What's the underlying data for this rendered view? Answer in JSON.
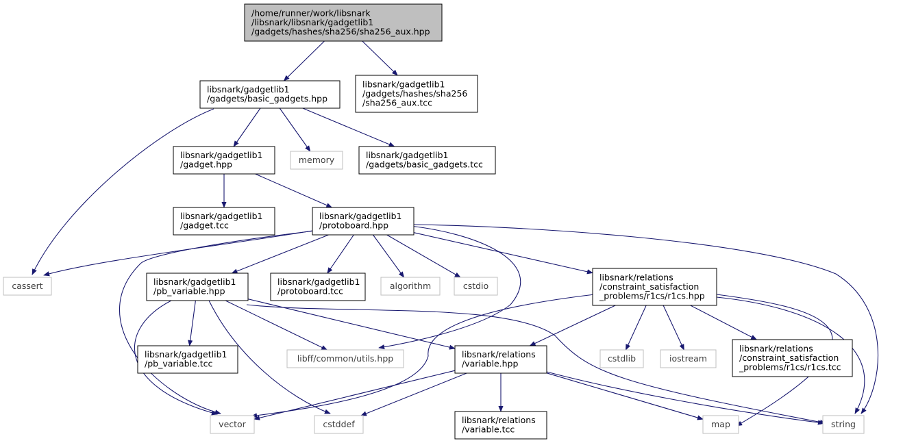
{
  "graph": {
    "nodes": [
      {
        "id": "root",
        "lines": [
          "/home/runner/work/libsnark",
          "/libsnark/libsnark/gadgetlib1",
          "/gadgets/hashes/sha256/sha256_aux.hpp"
        ],
        "style": "root"
      },
      {
        "id": "basic_gadgets_hpp",
        "lines": [
          "libsnark/gadgetlib1",
          "/gadgets/basic_gadgets.hpp"
        ],
        "style": "doc"
      },
      {
        "id": "sha256_aux_tcc",
        "lines": [
          "libsnark/gadgetlib1",
          "/gadgets/hashes/sha256",
          "/sha256_aux.tcc"
        ],
        "style": "doc"
      },
      {
        "id": "gadget_hpp",
        "lines": [
          "libsnark/gadgetlib1",
          "/gadget.hpp"
        ],
        "style": "doc"
      },
      {
        "id": "memory",
        "lines": [
          "memory"
        ],
        "style": "sys"
      },
      {
        "id": "basic_gadgets_tcc",
        "lines": [
          "libsnark/gadgetlib1",
          "/gadgets/basic_gadgets.tcc"
        ],
        "style": "doc"
      },
      {
        "id": "gadget_tcc",
        "lines": [
          "libsnark/gadgetlib1",
          "/gadget.tcc"
        ],
        "style": "doc"
      },
      {
        "id": "protoboard_hpp",
        "lines": [
          "libsnark/gadgetlib1",
          "/protoboard.hpp"
        ],
        "style": "doc"
      },
      {
        "id": "cassert",
        "lines": [
          "cassert"
        ],
        "style": "sys"
      },
      {
        "id": "pb_variable_hpp",
        "lines": [
          "libsnark/gadgetlib1",
          "/pb_variable.hpp"
        ],
        "style": "doc"
      },
      {
        "id": "protoboard_tcc",
        "lines": [
          "libsnark/gadgetlib1",
          "/protoboard.tcc"
        ],
        "style": "doc"
      },
      {
        "id": "algorithm",
        "lines": [
          "algorithm"
        ],
        "style": "sys"
      },
      {
        "id": "cstdio",
        "lines": [
          "cstdio"
        ],
        "style": "sys"
      },
      {
        "id": "r1cs_hpp",
        "lines": [
          "libsnark/relations",
          "/constraint_satisfaction",
          "_problems/r1cs/r1cs.hpp"
        ],
        "style": "doc"
      },
      {
        "id": "pb_variable_tcc",
        "lines": [
          "libsnark/gadgetlib1",
          "/pb_variable.tcc"
        ],
        "style": "doc"
      },
      {
        "id": "utils_hpp",
        "lines": [
          "libff/common/utils.hpp"
        ],
        "style": "sys"
      },
      {
        "id": "variable_hpp",
        "lines": [
          "libsnark/relations",
          "/variable.hpp"
        ],
        "style": "doc"
      },
      {
        "id": "cstdlib",
        "lines": [
          "cstdlib"
        ],
        "style": "sys"
      },
      {
        "id": "iostream",
        "lines": [
          "iostream"
        ],
        "style": "sys"
      },
      {
        "id": "r1cs_tcc",
        "lines": [
          "libsnark/relations",
          "/constraint_satisfaction",
          "_problems/r1cs/r1cs.tcc"
        ],
        "style": "doc"
      },
      {
        "id": "vector",
        "lines": [
          "vector"
        ],
        "style": "sys"
      },
      {
        "id": "cstddef",
        "lines": [
          "cstddef"
        ],
        "style": "sys"
      },
      {
        "id": "variable_tcc",
        "lines": [
          "libsnark/relations",
          "/variable.tcc"
        ],
        "style": "doc"
      },
      {
        "id": "map",
        "lines": [
          "map"
        ],
        "style": "sys"
      },
      {
        "id": "string",
        "lines": [
          "string"
        ],
        "style": "sys"
      }
    ],
    "edges": [
      {
        "from": "root",
        "to": "basic_gadgets_hpp"
      },
      {
        "from": "root",
        "to": "sha256_aux_tcc"
      },
      {
        "from": "basic_gadgets_hpp",
        "to": "cassert"
      },
      {
        "from": "basic_gadgets_hpp",
        "to": "gadget_hpp"
      },
      {
        "from": "basic_gadgets_hpp",
        "to": "memory"
      },
      {
        "from": "basic_gadgets_hpp",
        "to": "basic_gadgets_tcc"
      },
      {
        "from": "gadget_hpp",
        "to": "gadget_tcc"
      },
      {
        "from": "gadget_hpp",
        "to": "protoboard_hpp"
      },
      {
        "from": "protoboard_hpp",
        "to": "cassert"
      },
      {
        "from": "protoboard_hpp",
        "to": "vector"
      },
      {
        "from": "protoboard_hpp",
        "to": "pb_variable_hpp"
      },
      {
        "from": "protoboard_hpp",
        "to": "protoboard_tcc"
      },
      {
        "from": "protoboard_hpp",
        "to": "algorithm"
      },
      {
        "from": "protoboard_hpp",
        "to": "cstdio"
      },
      {
        "from": "protoboard_hpp",
        "to": "r1cs_hpp"
      },
      {
        "from": "protoboard_hpp",
        "to": "utils_hpp"
      },
      {
        "from": "protoboard_hpp",
        "to": "string"
      },
      {
        "from": "pb_variable_hpp",
        "to": "pb_variable_tcc"
      },
      {
        "from": "pb_variable_hpp",
        "to": "vector"
      },
      {
        "from": "pb_variable_hpp",
        "to": "cstddef"
      },
      {
        "from": "pb_variable_hpp",
        "to": "utils_hpp"
      },
      {
        "from": "pb_variable_hpp",
        "to": "variable_hpp"
      },
      {
        "from": "pb_variable_hpp",
        "to": "string"
      },
      {
        "from": "r1cs_hpp",
        "to": "vector"
      },
      {
        "from": "r1cs_hpp",
        "to": "variable_hpp"
      },
      {
        "from": "r1cs_hpp",
        "to": "cstdlib"
      },
      {
        "from": "r1cs_hpp",
        "to": "iostream"
      },
      {
        "from": "r1cs_hpp",
        "to": "r1cs_tcc"
      },
      {
        "from": "r1cs_hpp",
        "to": "map"
      },
      {
        "from": "r1cs_hpp",
        "to": "string"
      },
      {
        "from": "variable_hpp",
        "to": "vector"
      },
      {
        "from": "variable_hpp",
        "to": "cstddef"
      },
      {
        "from": "variable_hpp",
        "to": "variable_tcc"
      },
      {
        "from": "variable_hpp",
        "to": "map"
      },
      {
        "from": "variable_hpp",
        "to": "string"
      }
    ]
  }
}
